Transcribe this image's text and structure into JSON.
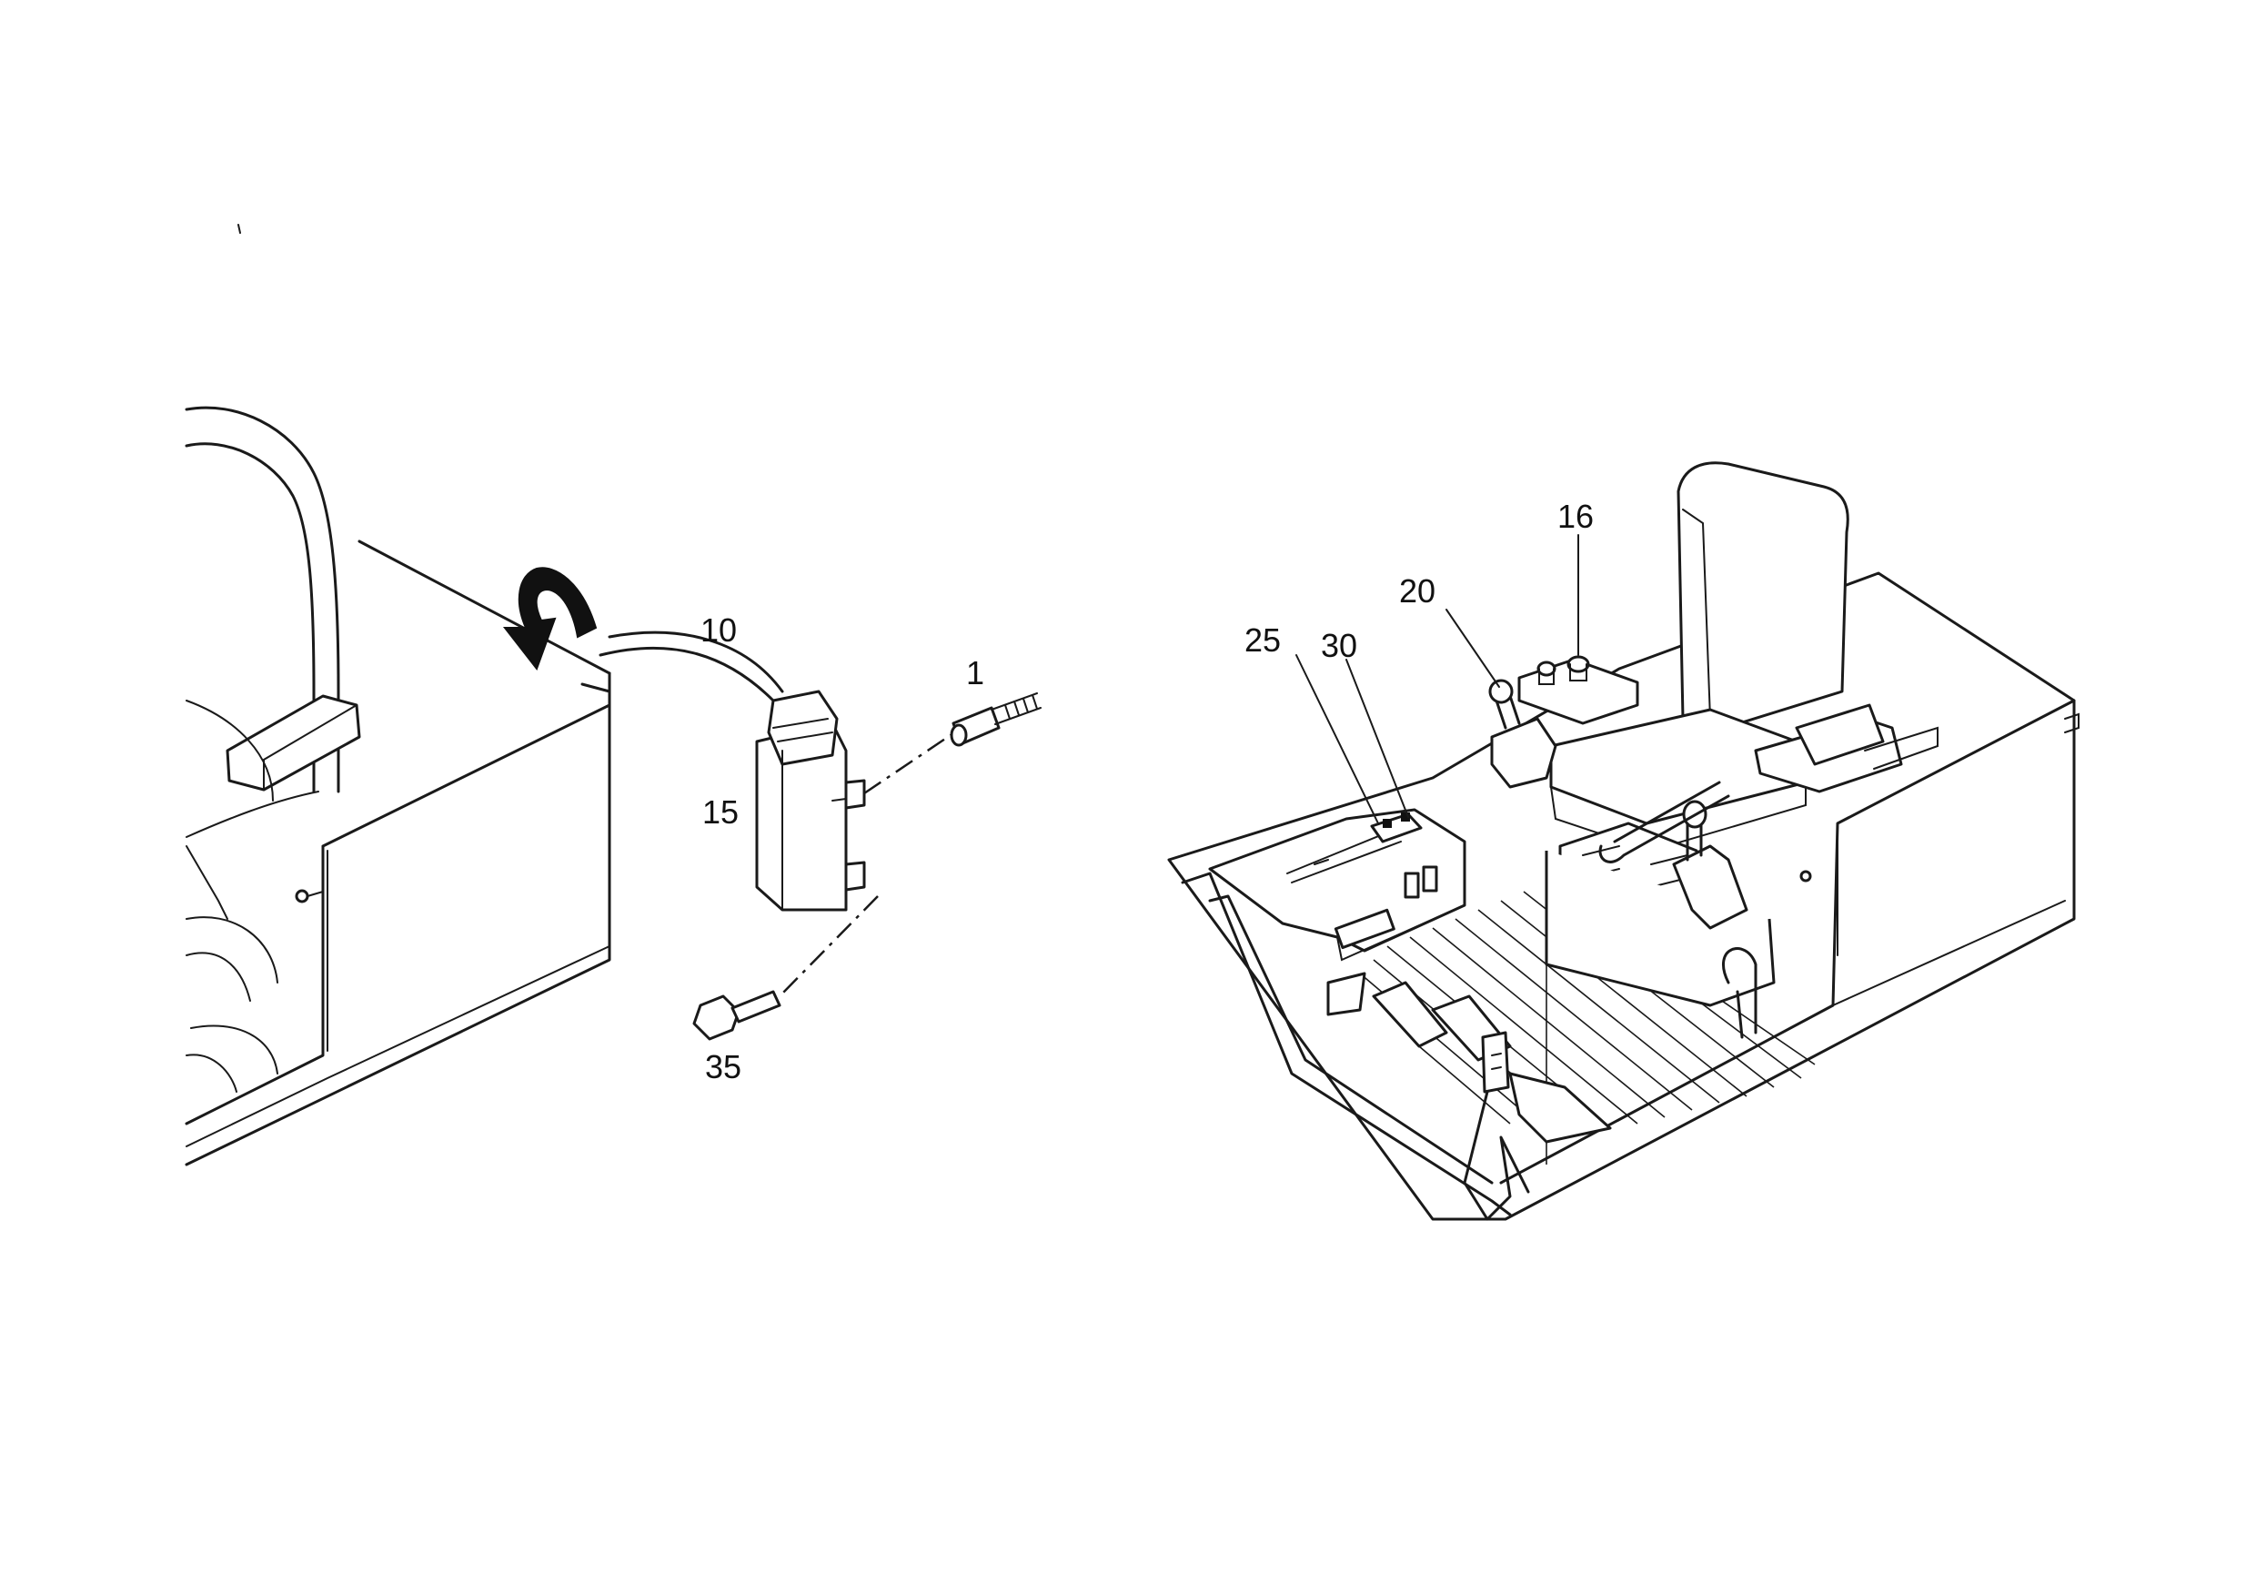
{
  "callouts": {
    "left": {
      "c1": "1",
      "c10": "10",
      "c15": "15",
      "c35": "35"
    },
    "right": {
      "c16": "16",
      "c20": "20",
      "c25": "25",
      "c30": "30"
    }
  }
}
